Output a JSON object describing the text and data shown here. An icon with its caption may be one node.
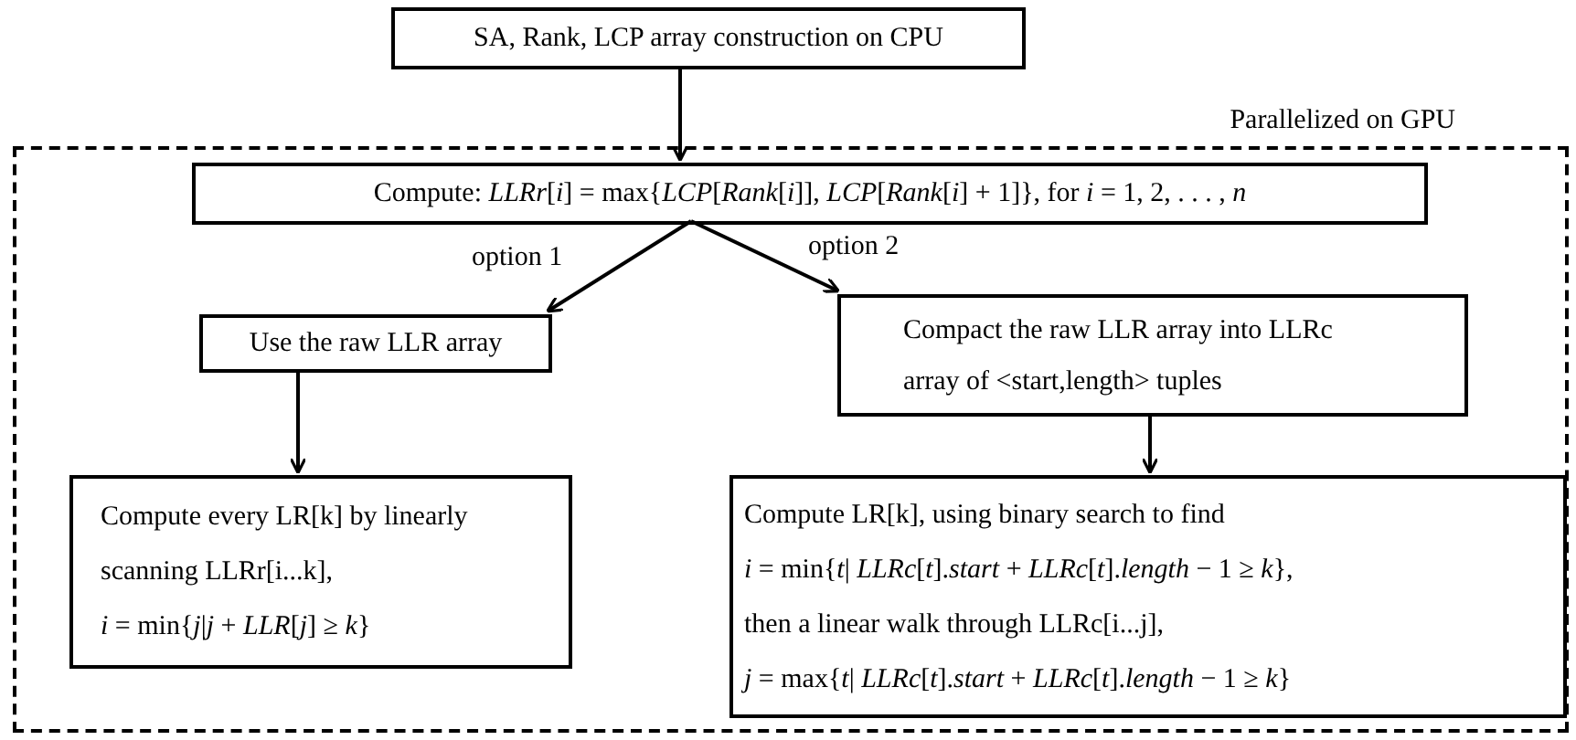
{
  "diagram": {
    "nodes": [
      {
        "text": [
          "SA, Rank, LCP array construction on CPU"
        ]
      },
      {
        "text": [
          "Parallelized on GPU"
        ]
      },
      {
        "text": [
          "Compute: *LLRr*[*i*] = max{*LCP*[*Rank*[*i*]], *LCP*[*Rank*[*i*] + 1]}, for *i* = 1, 2, . . . , *n*"
        ],
        "in": 1
      },
      {
        "text": [
          "Use the raw LLR array"
        ],
        "in": 1
      },
      {
        "text": [
          "Compact the raw LLR array into LLRc array of <start,length> tuples"
        ],
        "in": 1
      },
      {
        "text": [
          "Compute every LR[k] by linearly scanning LLRr[i...k],",
          "*i* = min{*j*|*j* + *LLR*[*j*] ≥ *k*}"
        ],
        "in": 1
      },
      {
        "text": [
          "Compute LR[k], using binary search to find",
          "*i* = min{*t*| *LLRc*[*t*].*start* + *LLRc*[*t*].*length* − 1 ≥ *k*},",
          "then a linear walk through LLRc[i...j],",
          "*j* = max{*t*| *LLRc*[*t*].*start* + *LLRc*[*t*].*length* − 1 ≥ *k*}"
        ],
        "in": 1
      }
    ],
    "edges": [
      {
        "from": 0,
        "to": 2,
        "arrow": "to"
      },
      {
        "from": 2,
        "to": 3,
        "arrow": "to",
        "label": "option 1"
      },
      {
        "from": 2,
        "to": 4,
        "arrow": "to",
        "label": "option 2"
      },
      {
        "from": 3,
        "to": 5,
        "arrow": "to"
      },
      {
        "from": 4,
        "to": 6,
        "arrow": "to"
      }
    ]
  }
}
